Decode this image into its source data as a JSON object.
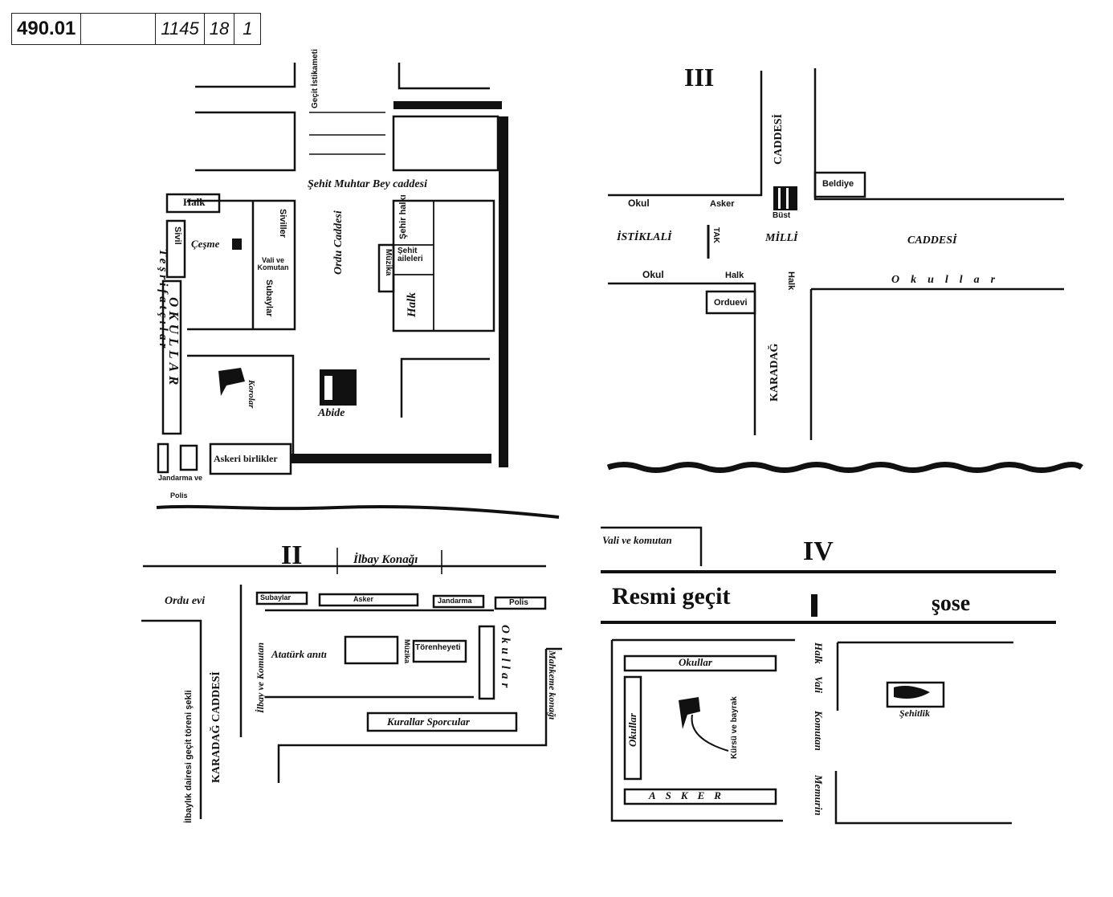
{
  "document": {
    "archive_ref": {
      "code": "490.01",
      "folder": "1145",
      "file": "18",
      "item": "1"
    }
  },
  "panels": {
    "p1": {
      "streets": {
        "gecit_istikameti": "Geçit İstikameti",
        "sehit_muhtar": "Şehit Muhtar Bey caddesi",
        "ordu_caddesi": "Ordu Caddesi",
        "teşrifatçılar": "Teşrifatçılar"
      },
      "labels": {
        "halk_top": "Halk",
        "sivil": "Sivil",
        "cesme": "Çeşme",
        "siviller": "Siviller",
        "vali_komutan": "Vali ve Komutan",
        "subaylar": "Subaylar",
        "okullar": "OKULLAR",
        "korolar": "Korolar",
        "abide": "Abide",
        "sehir_halki": "Şehir halkı",
        "sehit_aileleri": "Şehit aileleri",
        "muzika": "Müzika",
        "halk_right": "Halk",
        "askeri_birlikler": "Askeri birlikler",
        "jandarma_polis_line1": "Jandarma ve",
        "jandarma_polis_line2": "Polis"
      },
      "icons": {
        "cesme": "fountain-icon",
        "abide": "monument-icon",
        "korolar": "flag-icon"
      }
    },
    "p2": {
      "numeral": "II",
      "labels": {
        "ilbay_konagi": "İlbay Konağı",
        "ordu_evi": "Ordu evi",
        "subaylar": "Subaylar",
        "asker": "Asker",
        "jandarma": "Jandarma",
        "polis": "Polis",
        "ataturk_anit": "Atatürk anıtı",
        "muzika": "Müzika",
        "torenheyeti": "Törenheyeti",
        "okullar": "Okullar",
        "ilbay_komutan": "İlbay ve Komutan",
        "kurallar_sporcular": "Kurallar Sporcular",
        "mahkeme_konagi": "Mahkeme konağı",
        "karadag_caddesi": "KARADAĞ CADDESİ",
        "ilbaylik_dairesi": "İlbaylık dairesi geçit töreni şekli"
      },
      "icons": {
        "ataturk_anit": "statue-icon"
      }
    },
    "p3": {
      "numeral": "III",
      "labels": {
        "caddesi_vertical": "CADDESİ",
        "belediye": "Beldiye",
        "okul_top": "Okul",
        "asker": "Asker",
        "bust": "Büst",
        "istiklali": "İSTİKLALİ",
        "tak": "TAK",
        "milli": "MİLLİ",
        "caddesi_horizontal": "CADDESİ",
        "okul_bottom": "Okul",
        "halk_a": "Halk",
        "halk_b": "Halk",
        "okullar": "Okullar",
        "orduevi": "Orduevi",
        "karadag": "KARADAĞ"
      },
      "icons": {
        "bust": "bust-icon"
      }
    },
    "p4": {
      "numeral": "IV",
      "labels": {
        "vali_komutan": "Vali ve komutan",
        "resmi_gecit": "Resmi geçit",
        "sose": "şose",
        "okullar_top": "Okullar",
        "okullar_left": "Okullar",
        "kursu_bayrak": "Kürsü ve bayrak",
        "asker": "ASKER",
        "halk": "Halk",
        "vali": "Vali",
        "komutan": "Komutan",
        "memurin": "Memurin",
        "sehitlik": "Şehitlik"
      },
      "icons": {
        "kursu": "flag-icon",
        "sehitlik": "memorial-icon"
      }
    }
  }
}
